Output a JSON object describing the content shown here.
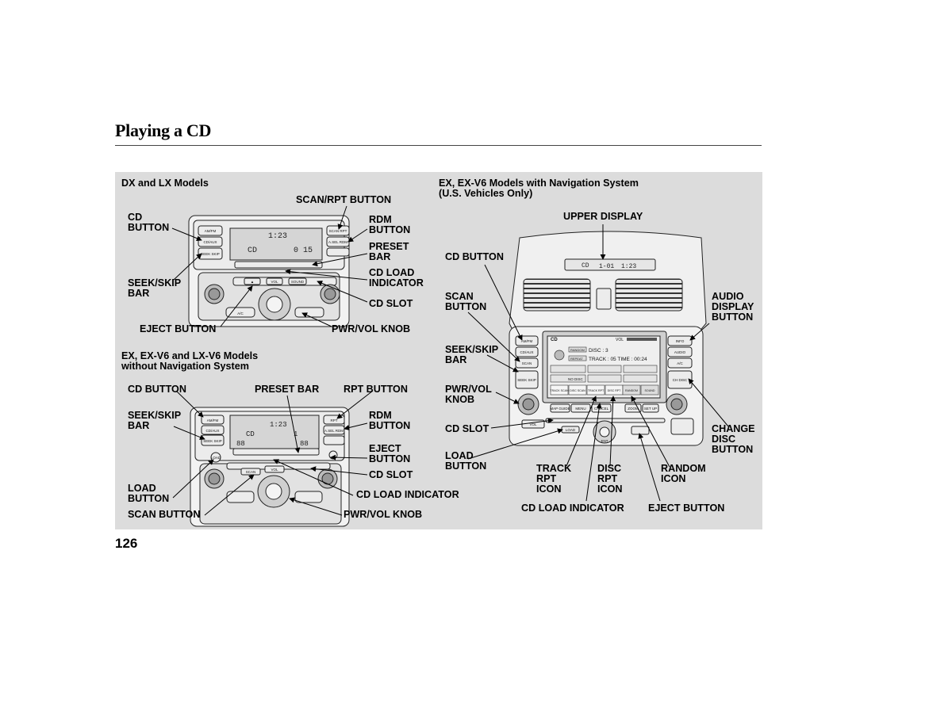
{
  "page": {
    "title": "Playing a CD",
    "page_number": "126"
  },
  "dx_lx": {
    "heading": "DX and LX Models",
    "labels": {
      "scan_rpt": "SCAN/RPT BUTTON",
      "cd_button": "CD\nBUTTON",
      "rdm": "RDM\nBUTTON",
      "preset_bar": "PRESET\nBAR",
      "cd_load_indicator": "CD LOAD\nINDICATOR",
      "seek_skip": "SEEK/SKIP\nBAR",
      "cd_slot": "CD SLOT",
      "eject": "EJECT BUTTON",
      "pwr_vol": "PWR/VOL KNOB"
    },
    "unit": {
      "btn_am_fm": "AM/FM",
      "btn_cd_aux": "CD/AUX",
      "btn_seek": "SEEK SKIP",
      "btn_scan": "SCAN RPT",
      "btn_rdm": "A.SEL RDM",
      "btn_eject": "▲",
      "btn_vol": "VOL",
      "btn_sound": "SOUND",
      "display_track": "1:23",
      "display_mode": "CD",
      "display_time": "0 15",
      "ac_label": "A/C"
    }
  },
  "ex_v6": {
    "heading": "EX, EX-V6 and LX-V6 Models\nwithout Navigation System",
    "labels": {
      "cd_button": "CD BUTTON",
      "preset_bar": "PRESET BAR",
      "rpt": "RPT BUTTON",
      "seek_skip": "SEEK/SKIP\nBAR",
      "rdm": "RDM\nBUTTON",
      "eject": "EJECT\nBUTTON",
      "cd_slot": "CD SLOT",
      "load": "LOAD\nBUTTON",
      "cd_load_indicator": "CD LOAD INDICATOR",
      "scan": "SCAN BUTTON",
      "pwr_vol": "PWR/VOL KNOB"
    },
    "unit": {
      "btn_am_fm": "AM/FM",
      "btn_cd_aux": "CD/AUX",
      "btn_seek": "SEEK SKIP",
      "btn_rpt": "RPT",
      "btn_rdm": "A.SEL RDM",
      "btn_scan": "SCAN",
      "btn_vol": "VOL",
      "btn_load": "LOAD",
      "display_track": "1:23",
      "display_mode": "CD",
      "display_disc": "1",
      "display_temp_l": "88",
      "display_temp_r": "88"
    }
  },
  "nav": {
    "heading": "EX, EX-V6 Models with Navigation System\n(U.S. Vehicles Only)",
    "labels": {
      "upper_display": "UPPER DISPLAY",
      "cd_button": "CD BUTTON",
      "scan": "SCAN\nBUTTON",
      "audio_display": "AUDIO\nDISPLAY\nBUTTON",
      "seek_skip": "SEEK/SKIP\nBAR",
      "pwr_vol": "PWR/VOL\nKNOB",
      "cd_slot": "CD SLOT",
      "change_disc": "CHANGE\nDISC\nBUTTON",
      "load": "LOAD\nBUTTON",
      "track_rpt": "TRACK\nRPT\nICON",
      "disc_rpt": "DISC\nRPT\nICON",
      "random": "RANDOM\nICON",
      "cd_load_indicator": "CD LOAD INDICATOR",
      "eject": "EJECT BUTTON"
    },
    "unit": {
      "upper_mode": "CD",
      "upper_disc": "1-01",
      "upper_time": "1:23",
      "screen_mode": "CD",
      "screen_vol": "VOL",
      "screen_disc": "DISC : 3",
      "screen_track": "TRACK : 05   TIME : 00:24",
      "screen_random": "RANDOM",
      "screen_repeat": "REPEAT",
      "screen_nodisc": "NO DISC",
      "soft_track_scan": "TRACK SCAN",
      "soft_disc_scan": "DISC SCAN",
      "soft_track_rpt": "TRACK RPT",
      "soft_disc_rpt": "DISC RPT",
      "soft_random": "RANDOM",
      "soft_sound": "SOUND",
      "btn_am_fm": "AM/FM",
      "btn_cd_aux": "CD/AUX",
      "btn_scan": "SCAN",
      "btn_seek": "SEEK SKIP",
      "btn_info": "INFO",
      "btn_audio": "AUDIO",
      "btn_ac": "A/C",
      "btn_ch_disc": "CH DISC",
      "btn_map": "MAP GUIDE",
      "btn_menu": "MENU",
      "btn_cancel": "CANCEL",
      "btn_zoom": "ZOOM",
      "btn_setup": "SET UP",
      "btn_vol": "VOL",
      "btn_load": "LOAD",
      "btn_ent": "ENT"
    }
  }
}
